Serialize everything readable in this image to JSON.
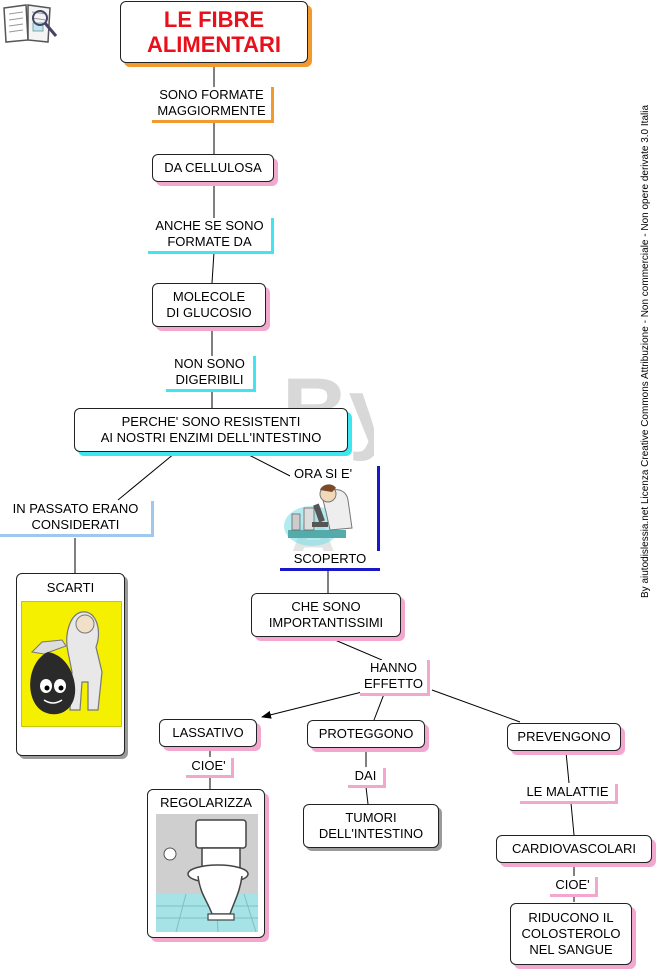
{
  "title": {
    "line1": "LE FIBRE",
    "line2": "ALIMENTARI"
  },
  "credit": "By aiutodislessia.net Licenza Creative Commons Attribuzione - Non commerciale - Non opere derivate 3.0 Italia",
  "watermark": "By",
  "links": {
    "sono_formate": {
      "line1": "SONO FORMATE",
      "line2": "MAGGIORMENTE"
    },
    "anche_se": {
      "line1": "ANCHE SE SONO",
      "line2": "FORMATE DA"
    },
    "non_sono": {
      "line1": "NON SONO",
      "line2": "DIGERIBILI"
    },
    "in_passato": {
      "line1": "IN PASSATO ERANO",
      "line2": "CONSIDERATI"
    },
    "ora_si_e": "ORA SI E'",
    "scoperto": "SCOPERTO",
    "hanno": {
      "line1": "HANNO",
      "line2": "EFFETTO"
    },
    "cioe1": "CIOE'",
    "dai": "DAI",
    "le_malattie": "LE MALATTIE",
    "cioe2": "CIOE'"
  },
  "concepts": {
    "cellulosa": "DA CELLULOSA",
    "molecole": {
      "line1": "MOLECOLE",
      "line2": "DI GLUCOSIO"
    },
    "perche": {
      "line1": "PERCHE' SONO RESISTENTI",
      "line2": "AI NOSTRI ENZIMI DELL'INTESTINO"
    },
    "scarti": "SCARTI",
    "importanti": {
      "line1": "CHE SONO",
      "line2": "IMPORTANTISSIMI"
    },
    "lassativo": "LASSATIVO",
    "proteggono": "PROTEGGONO",
    "prevengono": "PREVENGONO",
    "regolarizza": "REGOLARIZZA",
    "tumori": {
      "line1": "TUMORI",
      "line2": "DELL'INTESTINO"
    },
    "cardio": "CARDIOVASCOLARI",
    "riducono": {
      "line1": "RIDUCONO IL",
      "line2": "COLOSTEROLO",
      "line3": "NEL SANGUE"
    }
  },
  "icons": {
    "logo": "book-magnifier-icon",
    "scientist": "scientist-microscope-icon",
    "trash": "trash-bag-person-icon",
    "toilet": "toilet-icon"
  },
  "colors": {
    "title_text": "#e8101a",
    "title_accent": "#f29a2e",
    "cyan_accent": "#3fe6f0",
    "pink_accent": "#f2a7cf",
    "light_blue_accent": "#9ec8ee",
    "navy_accent": "#1818c8",
    "trash_card_bg": "#f4f000"
  }
}
